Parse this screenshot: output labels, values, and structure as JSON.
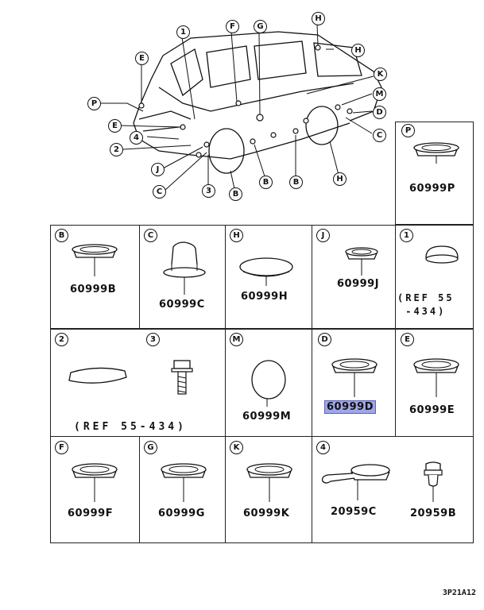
{
  "diagram_code": "3P21A12",
  "van_callouts": [
    "1",
    "F",
    "G",
    "H",
    "H",
    "E",
    "K",
    "P",
    "M",
    "E",
    "D",
    "4",
    "C",
    "2",
    "J",
    "C",
    "3",
    "B",
    "B",
    "B",
    "H"
  ],
  "cells": {
    "P": {
      "badge": "P",
      "part": "60999P"
    },
    "B": {
      "badge": "B",
      "part": "60999B"
    },
    "C": {
      "badge": "C",
      "part": "60999C"
    },
    "H": {
      "badge": "H",
      "part": "60999H"
    },
    "J": {
      "badge": "J",
      "part": "60999J"
    },
    "one": {
      "badge": "1",
      "ref": "(REF 55\n -434)"
    },
    "two": {
      "badge": "2",
      "ref": "(REF 55-434)"
    },
    "three": {
      "badge": "3"
    },
    "M": {
      "badge": "M",
      "part": "60999M"
    },
    "D": {
      "badge": "D",
      "part": "60999D"
    },
    "E": {
      "badge": "E",
      "part": "60999E"
    },
    "F": {
      "badge": "F",
      "part": "60999F"
    },
    "G": {
      "badge": "G",
      "part": "60999G"
    },
    "K": {
      "badge": "K",
      "part": "60999K"
    },
    "four": {
      "badge": "4",
      "parts": [
        "20959C",
        "20959B"
      ]
    }
  },
  "colors": {
    "highlight": "#9fa7e8",
    "line": "#111111"
  }
}
